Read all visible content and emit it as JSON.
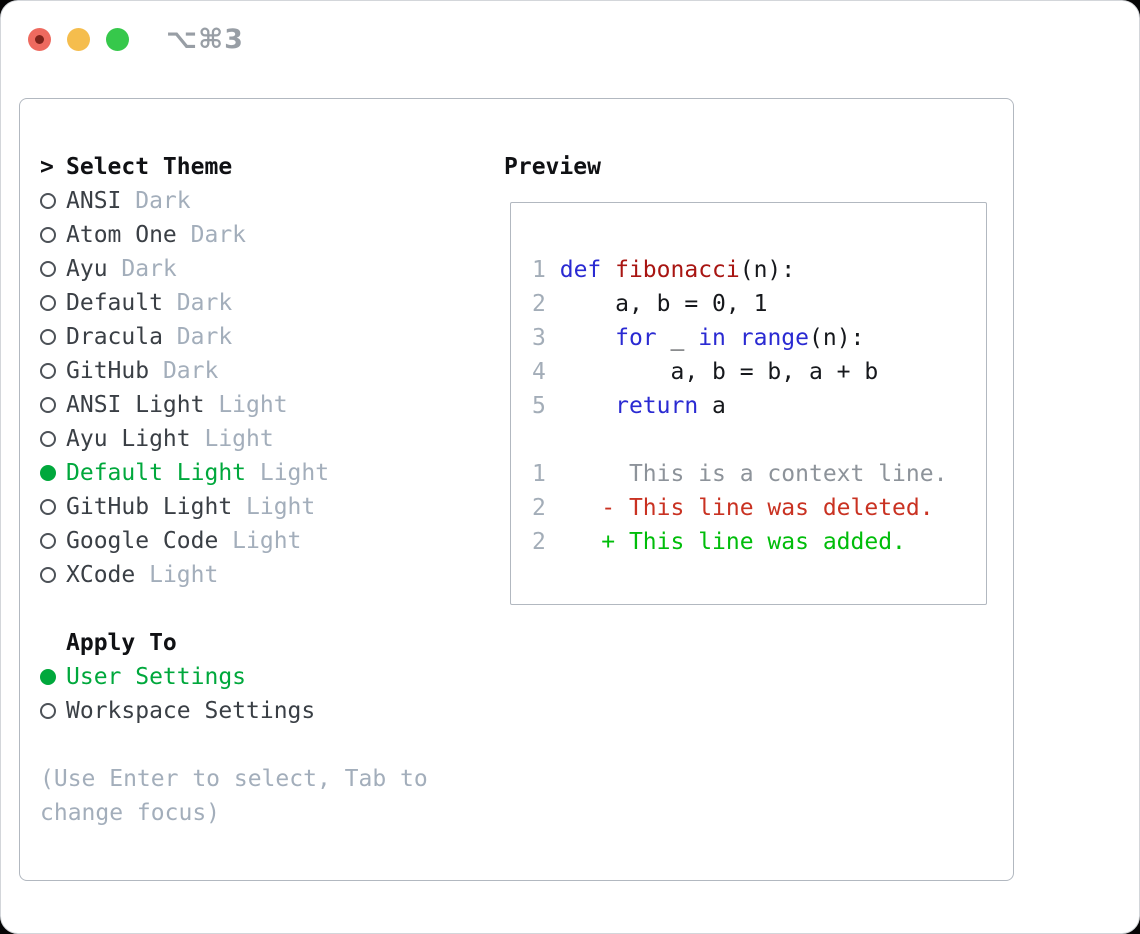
{
  "window": {
    "title_shortcut": "⌥⌘3",
    "traffic_lights": [
      "close-icon",
      "minimize-icon",
      "zoom-icon"
    ]
  },
  "theme_selector": {
    "prompt": ">",
    "heading": "Select Theme",
    "items": [
      {
        "name": "ANSI",
        "variant": "Dark",
        "selected": false
      },
      {
        "name": "Atom One",
        "variant": "Dark",
        "selected": false
      },
      {
        "name": "Ayu",
        "variant": "Dark",
        "selected": false
      },
      {
        "name": "Default",
        "variant": "Dark",
        "selected": false
      },
      {
        "name": "Dracula",
        "variant": "Dark",
        "selected": false
      },
      {
        "name": "GitHub",
        "variant": "Dark",
        "selected": false
      },
      {
        "name": "ANSI Light",
        "variant": "Light",
        "selected": false
      },
      {
        "name": "Ayu Light",
        "variant": "Light",
        "selected": false
      },
      {
        "name": "Default Light",
        "variant": "Light",
        "selected": true
      },
      {
        "name": "GitHub Light",
        "variant": "Light",
        "selected": false
      },
      {
        "name": "Google Code",
        "variant": "Light",
        "selected": false
      },
      {
        "name": "XCode",
        "variant": "Light",
        "selected": false
      }
    ],
    "apply_to": {
      "heading": "Apply To",
      "options": [
        {
          "label": "User Settings",
          "selected": true
        },
        {
          "label": "Workspace Settings",
          "selected": false
        }
      ]
    },
    "hint_lines": [
      "(Use Enter to select, Tab to",
      "change focus)"
    ]
  },
  "preview": {
    "heading": "Preview",
    "lines": [
      {
        "num": "1",
        "segs": [
          [
            "def ",
            "kw"
          ],
          [
            "fibonacci",
            "fn"
          ],
          [
            "(n):",
            "pl"
          ]
        ]
      },
      {
        "num": "2",
        "segs": [
          [
            "    a, b = 0, 1",
            "pl"
          ]
        ]
      },
      {
        "num": "3",
        "segs": [
          [
            "    ",
            "pl"
          ],
          [
            "for",
            "kw"
          ],
          [
            " _ ",
            "pl"
          ],
          [
            "in",
            "kw"
          ],
          [
            " ",
            "pl"
          ],
          [
            "range",
            "kw"
          ],
          [
            "(n):",
            "pl"
          ]
        ]
      },
      {
        "num": "4",
        "segs": [
          [
            "        a, b = b, a + b",
            "pl"
          ]
        ]
      },
      {
        "num": "5",
        "segs": [
          [
            "    ",
            "pl"
          ],
          [
            "return",
            "kw"
          ],
          [
            " a",
            "pl"
          ]
        ]
      },
      {
        "blank": true
      },
      {
        "num": "1",
        "segs": [
          [
            "     This is a context line.",
            "ctx"
          ]
        ]
      },
      {
        "num": "2",
        "segs": [
          [
            "   - This line was deleted.",
            "del"
          ]
        ]
      },
      {
        "num": "2",
        "segs": [
          [
            "   + This line was added.",
            "add"
          ]
        ]
      }
    ]
  },
  "colors": {
    "keyword": "#2a2ad2",
    "function_name": "#a81512",
    "plain": "#16181c",
    "context": "#8d939a",
    "deleted": "#c93222",
    "added": "#00bd0a",
    "selected_green": "#00a83c",
    "line_number": "#a3adb8",
    "muted": "#a3aebb",
    "text_dark": "#3a3f45",
    "heading": "#101114",
    "border": "#b2b8c0",
    "radio_outline": "#4d5258",
    "title_gray": "#989ea5",
    "traffic_red": "#ee6a5f",
    "traffic_red_dot": "#7e231b",
    "traffic_yellow": "#f5bd4d",
    "traffic_green": "#36c84b"
  }
}
